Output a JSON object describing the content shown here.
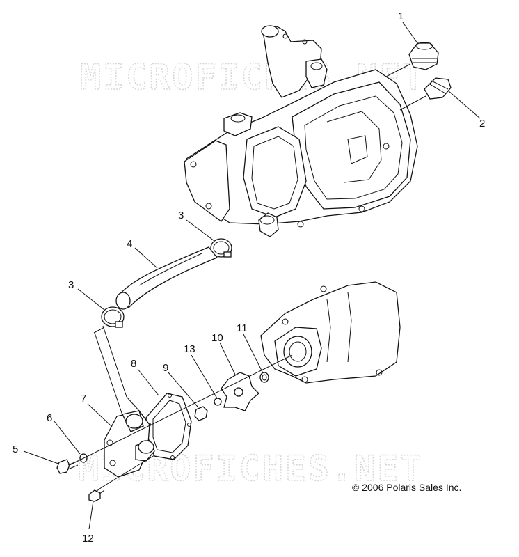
{
  "watermark": "MICROFICHES.NET",
  "copyright": "© 2006 Polaris Sales Inc.",
  "callouts": {
    "c1": "1",
    "c2": "2",
    "c3a": "3",
    "c3b": "3",
    "c4": "4",
    "c5": "5",
    "c6": "6",
    "c7": "7",
    "c8": "8",
    "c9": "9",
    "c10": "10",
    "c11": "11",
    "c12": "12",
    "c13": "13"
  }
}
